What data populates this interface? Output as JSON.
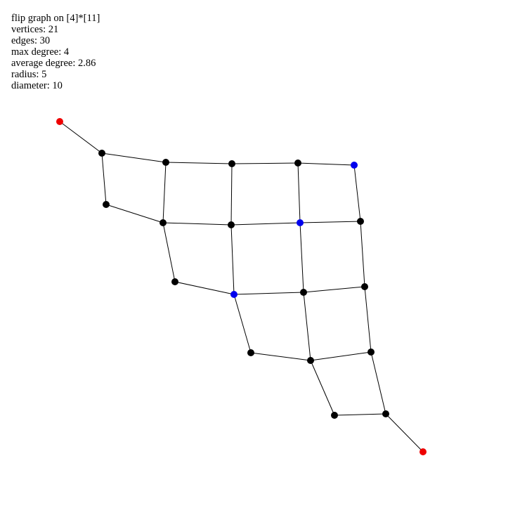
{
  "info": {
    "title": "flip graph on [4]*[11]",
    "vertices": "vertices: 21",
    "edges": "edges: 30",
    "max_degree": "max degree: 4",
    "average_degree": "average degree: 2.86",
    "radius": "radius: 5",
    "diameter": "diameter: 10"
  },
  "colors": {
    "normal": "#000000",
    "endpoint": "#ee0000",
    "center": "#0000ee",
    "edge": "#000000"
  },
  "graph": {
    "vertex_count": 21,
    "edge_list": [
      [
        0,
        1
      ],
      [
        1,
        2
      ],
      [
        1,
        7
      ],
      [
        2,
        3
      ],
      [
        3,
        4
      ],
      [
        4,
        5
      ],
      [
        2,
        8
      ],
      [
        3,
        9
      ],
      [
        4,
        10
      ],
      [
        5,
        11
      ],
      [
        7,
        8
      ],
      [
        8,
        9
      ],
      [
        9,
        10
      ],
      [
        10,
        11
      ],
      [
        8,
        12
      ],
      [
        12,
        13
      ],
      [
        9,
        13
      ],
      [
        10,
        14
      ],
      [
        11,
        15
      ],
      [
        13,
        14
      ],
      [
        14,
        15
      ],
      [
        13,
        16
      ],
      [
        16,
        17
      ],
      [
        14,
        17
      ],
      [
        15,
        18
      ],
      [
        17,
        18
      ],
      [
        17,
        19
      ],
      [
        19,
        20
      ],
      [
        18,
        20
      ],
      [
        20,
        6
      ]
    ],
    "vertex_kinds": [
      "endpoint",
      "normal",
      "normal",
      "normal",
      "normal",
      "center",
      "endpoint",
      "normal",
      "normal",
      "normal",
      "center",
      "normal",
      "normal",
      "center",
      "normal",
      "normal",
      "normal",
      "normal",
      "normal",
      "normal",
      "normal"
    ]
  }
}
